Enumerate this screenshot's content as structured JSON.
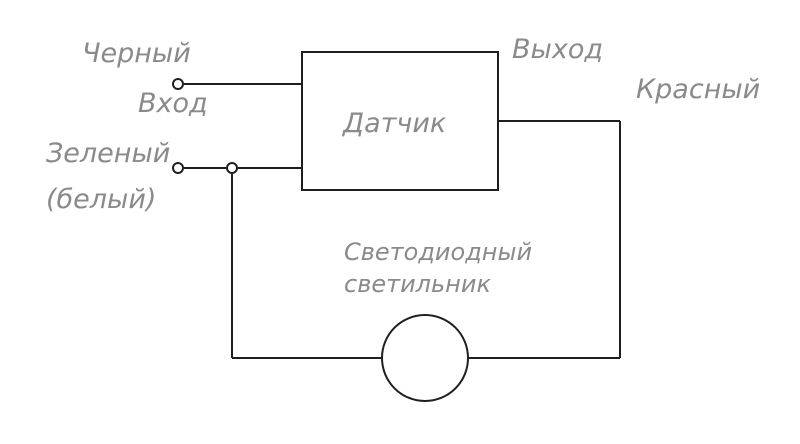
{
  "labels": {
    "black": "Черный",
    "input": "Вход",
    "green": "Зеленый",
    "white": "(белый)",
    "output": "Выход",
    "red": "Красный",
    "sensor": "Датчик",
    "led_line1": "Светодиодный",
    "led_line2": "светильник"
  },
  "colors": {
    "line": "#1f1f1f",
    "text": "#8a8a8a"
  }
}
